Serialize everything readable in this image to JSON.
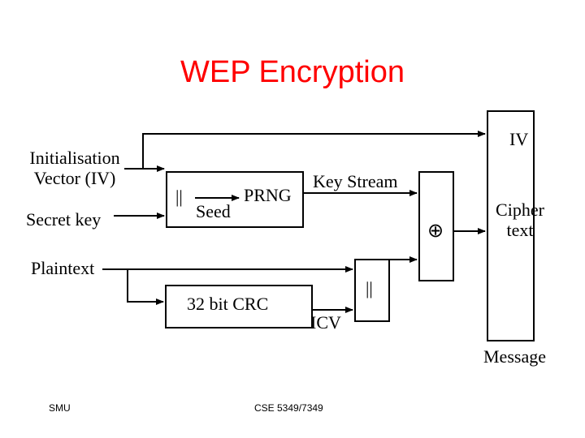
{
  "title": "WEP Encryption",
  "labels": {
    "iv_input": "Initialisation\nVector (IV)",
    "secret_key": "Secret key",
    "concat_1": "||",
    "seed": "Seed",
    "prng": "PRNG",
    "key_stream": "Key Stream",
    "xor_symbol": "⊕",
    "iv_out": "IV",
    "cipher_text": "Cipher\ntext",
    "plaintext": "Plaintext",
    "crc": "32 bit CRC",
    "concat_2": "||",
    "icv": "ICV",
    "message": "Message"
  },
  "footer": {
    "left": "SMU",
    "center": "CSE 5349/7349"
  },
  "colors": {
    "title": "#ff0000",
    "line": "#000000"
  }
}
